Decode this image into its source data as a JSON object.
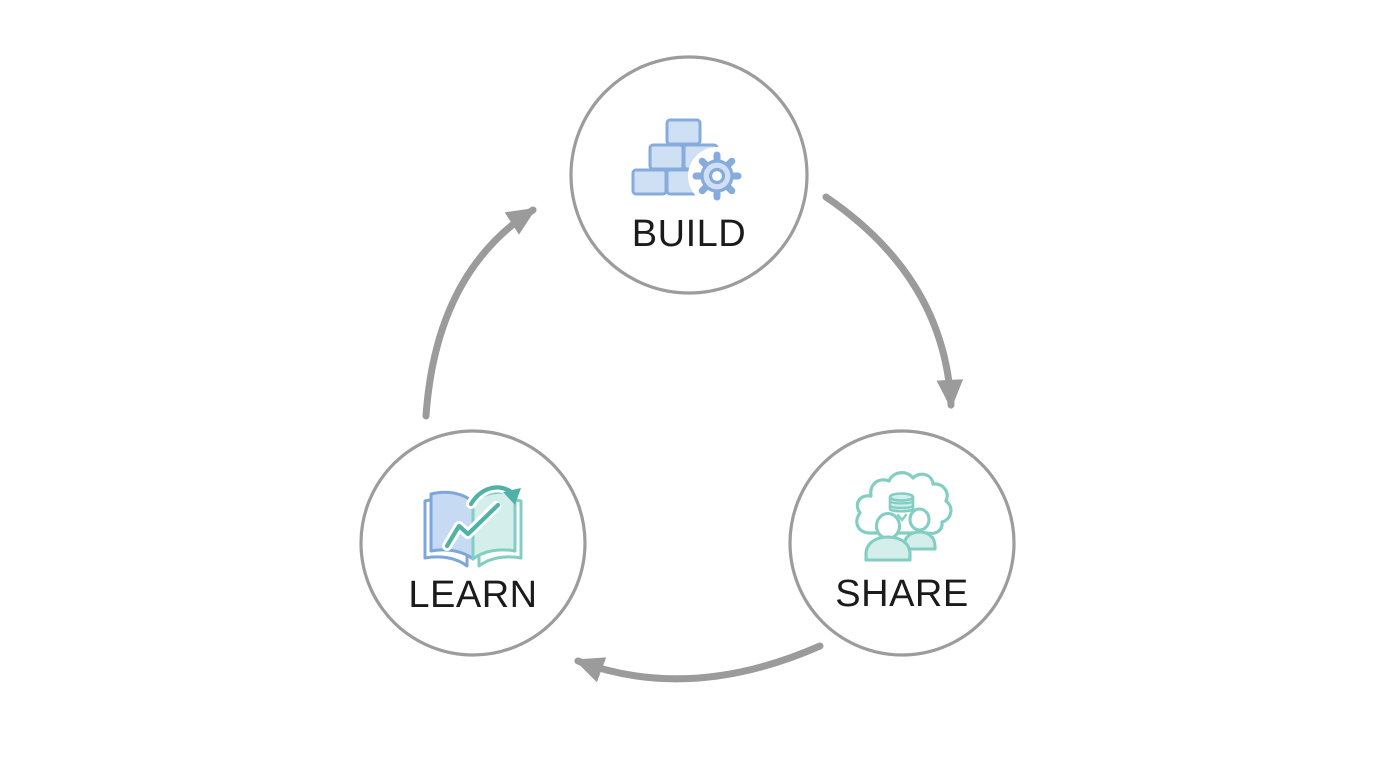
{
  "diagram": {
    "type": "cycle-diagram",
    "direction": "clockwise",
    "nodes": {
      "build": {
        "label": "BUILD",
        "icon": "building-blocks-gear-icon",
        "position": "top-center"
      },
      "share": {
        "label": "SHARE",
        "icon": "cloud-data-people-icon",
        "position": "bottom-right"
      },
      "learn": {
        "label": "LEARN",
        "icon": "open-book-growth-arrow-icon",
        "position": "bottom-left"
      }
    },
    "edges": [
      {
        "from": "BUILD",
        "to": "SHARE"
      },
      {
        "from": "SHARE",
        "to": "LEARN"
      },
      {
        "from": "LEARN",
        "to": "BUILD"
      }
    ],
    "colors": {
      "background": "#ffffff",
      "circle-stroke": "#9c9c9c",
      "arrow-color": "#9b9b9b",
      "label-color": "#1b1b1b",
      "blue-outline": "#86abdc",
      "blue-fill": "#cfe0f5",
      "page-blue-outline": "#7da6db",
      "page-blue-fill": "#c7daf3",
      "teal-outline": "#82cec3",
      "teal-fill": "#d4efeb",
      "teal-dark": "#4fb2a5"
    }
  }
}
